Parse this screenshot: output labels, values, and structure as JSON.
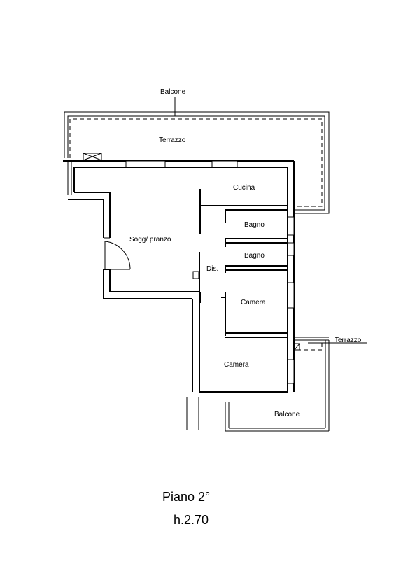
{
  "rooms": {
    "balcone_top": "Balcone",
    "terrazzo_top": "Terrazzo",
    "cucina": "Cucina",
    "soggiorno": "Sogg/ pranzo",
    "bagno_1": "Bagno",
    "bagno_2": "Bagno",
    "disimpegno": "Dis.",
    "camera_1": "Camera",
    "camera_2": "Camera",
    "terrazzo_side": "Terrazzo",
    "balcone_bottom": "Balcone"
  },
  "caption": {
    "title": "Piano 2°",
    "height": "h.2.70"
  }
}
